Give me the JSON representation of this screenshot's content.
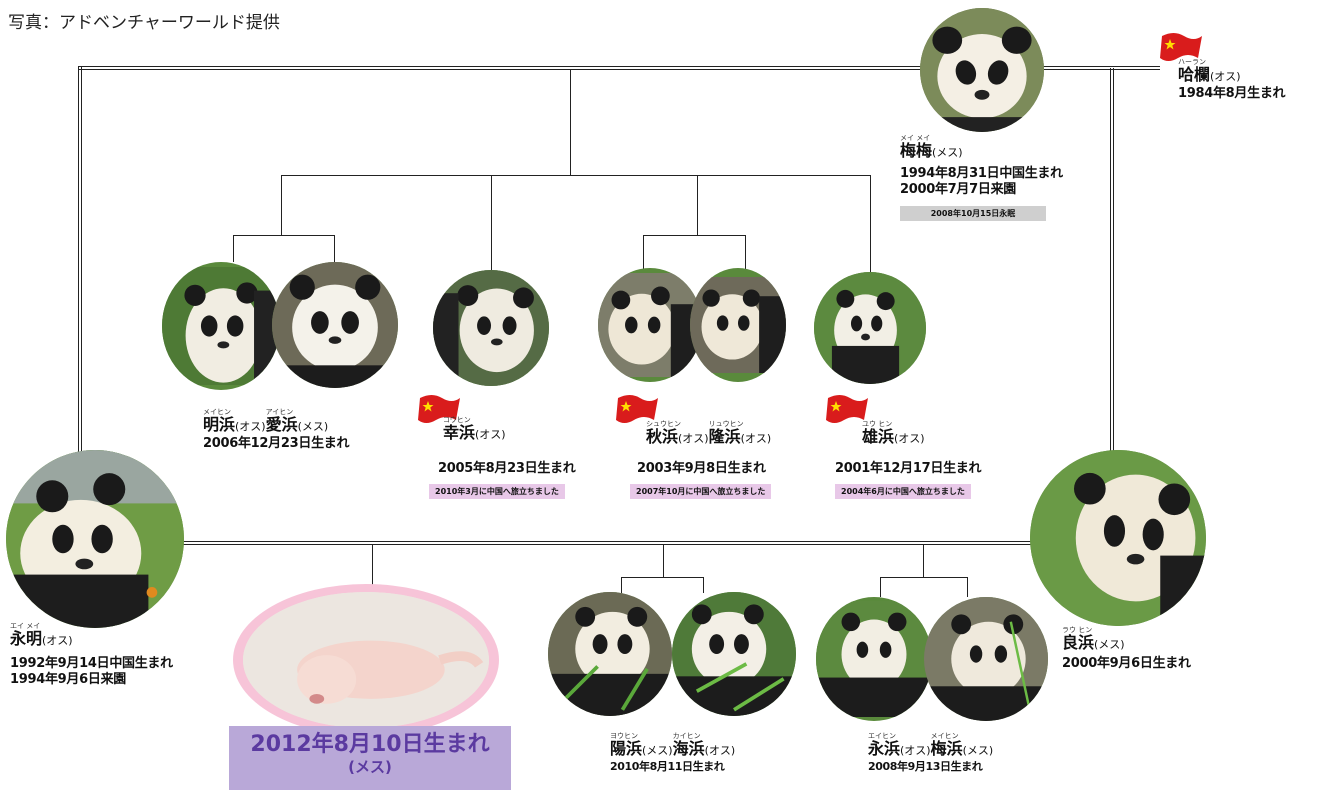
{
  "credit": "写真：アドベンチャーワールド提供",
  "colors": {
    "flag_red": "#d91c1c",
    "flag_star": "#ffde00",
    "note_pink": "#e8c8e8",
    "note_gray": "#cfcfcf",
    "baby_label_bg": "#b9a8d8",
    "baby_label_text": "#5b3aa0",
    "baby_frame": "#f7c4d8"
  },
  "pandas": {
    "meimei": {
      "ruby": "メイ メイ",
      "name": "梅梅",
      "sex": "(メス)",
      "line1": "1994年8月31日中国生まれ",
      "line2": "2000年7月7日来園",
      "note": "2008年10月15日永眠"
    },
    "haran": {
      "ruby": "ハーラン",
      "name": "哈欄",
      "sex": "(オス)",
      "line1": "1984年8月生まれ",
      "flag_icon": "china-flag-icon"
    },
    "meihin_aihin": {
      "ruby1": "メイヒン",
      "name1": "明浜",
      "sex1": "(オス)",
      "ruby2": "アイヒン",
      "name2": "愛浜",
      "sex2": "(メス)",
      "line1": "2006年12月23日生まれ"
    },
    "kouhin": {
      "ruby": "コウヒン",
      "name": "幸浜",
      "sex": "(オス)",
      "line1": "2005年8月23日生まれ",
      "note": "2010年3月に中国へ旅立ちました"
    },
    "shuhin_ryuhin": {
      "ruby1": "シュウヒン",
      "name1": "秋浜",
      "sex1": "(オス)",
      "ruby2": "リュウヒン",
      "name2": "隆浜",
      "sex2": "(オス)",
      "line1": "2003年9月8日生まれ",
      "note": "2007年10月に中国へ旅立ちました"
    },
    "yuhin": {
      "ruby": "ユウ ヒン",
      "name": "雄浜",
      "sex": "(オス)",
      "line1": "2001年12月17日生まれ",
      "note": "2004年6月に中国へ旅立ちました"
    },
    "eimei": {
      "ruby": "エイ メイ",
      "name": "永明",
      "sex": "(オス)",
      "line1": "1992年9月14日中国生まれ",
      "line2": "1994年9月6日来園"
    },
    "rauhin": {
      "ruby": "ラウ ヒン",
      "name": "良浜",
      "sex": "(メス)",
      "line1": "2000年9月6日生まれ"
    },
    "baby": {
      "line1": "2012年8月10日生まれ",
      "line2": "(メス)"
    },
    "youhin_kaihin": {
      "ruby1": "ヨウヒン",
      "name1": "陽浜",
      "sex1": "(メス)",
      "ruby2": "カイヒン",
      "name2": "海浜",
      "sex2": "(オス)",
      "line1": "2010年8月11日生まれ"
    },
    "eihin_meihin": {
      "ruby1": "エイヒン",
      "name1": "永浜",
      "sex1": "(オス)",
      "ruby2": "メイヒン",
      "name2": "梅浜",
      "sex2": "(メス)",
      "line1": "2008年9月13日生まれ"
    }
  }
}
